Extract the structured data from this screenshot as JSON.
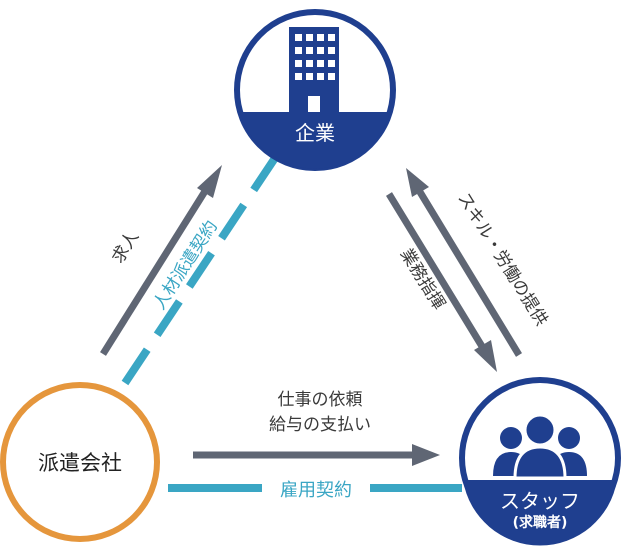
{
  "colors": {
    "navy": "#1f3f8f",
    "orange": "#e5963c",
    "teal": "#3aa6c4",
    "gray_arrow": "#5f6674",
    "text": "#3a3a3a"
  },
  "nodes": {
    "company": {
      "label": "企業",
      "icon": "office-building-icon"
    },
    "agency": {
      "label": "派遣会社"
    },
    "staff": {
      "label": "スタッフ",
      "sublabel": "(求職者)",
      "icon": "people-group-icon"
    }
  },
  "edges": {
    "recruit": {
      "label": "求人"
    },
    "dispatch_contract": {
      "label": "人材派遣契約"
    },
    "skill_provision": {
      "label": "スキル・労働の提供"
    },
    "work_direction": {
      "label": "業務指揮"
    },
    "job_request": {
      "label_line1": "仕事の依頼",
      "label_line2": "給与の支払い"
    },
    "employment_contract": {
      "label": "雇用契約"
    }
  }
}
